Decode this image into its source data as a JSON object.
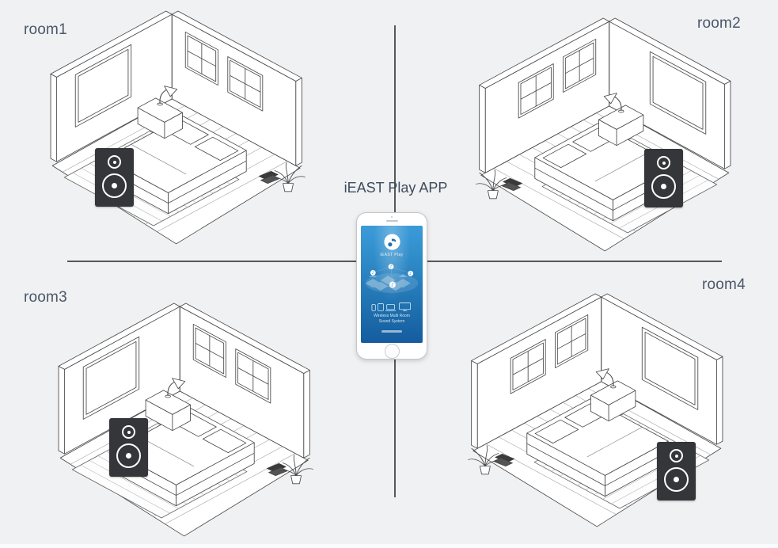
{
  "page": {
    "background_color": "#f0f1f2",
    "divider_color": "#585858"
  },
  "rooms": [
    {
      "label": "room1"
    },
    {
      "label": "room2"
    },
    {
      "label": "room3"
    },
    {
      "label": "room4"
    }
  ],
  "center": {
    "heading": "iEAST Play APP",
    "phone": {
      "app_name": "iEAST Play",
      "tagline_line1": "Wireless Multi Room",
      "tagline_line2": "Sound System",
      "music_note_glyph": "♪"
    }
  },
  "colors": {
    "speaker_body": "#35363a",
    "line_art": "#4a4a4a",
    "label_text": "#4a576b",
    "screen_gradient_top": "#3b9bd8",
    "screen_gradient_bottom": "#155c9f"
  },
  "icons": {
    "logo": "ieast-note-logo",
    "device_row": [
      "smartphone",
      "tablet",
      "laptop",
      "tv"
    ]
  }
}
